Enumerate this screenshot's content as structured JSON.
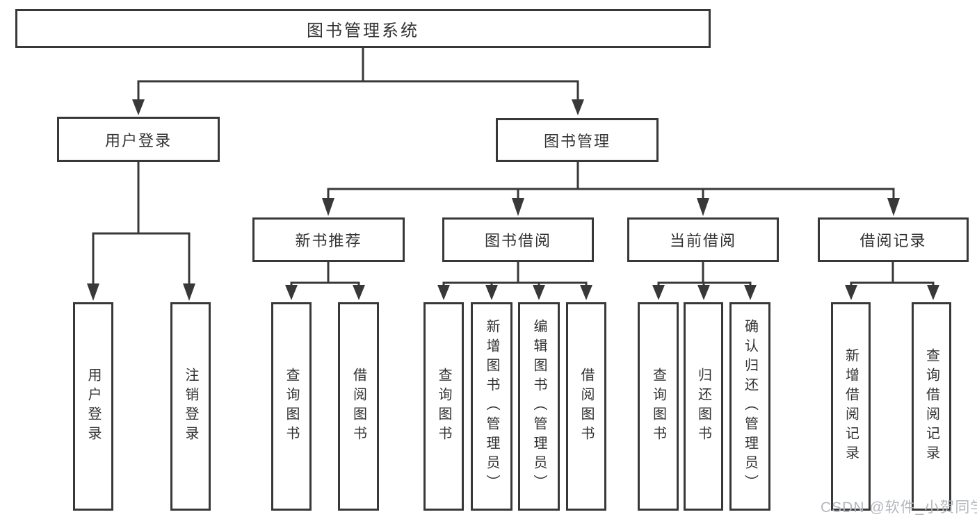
{
  "nodes": {
    "root": "图书管理系统",
    "user_login": "用户登录",
    "book_mgmt": "图书管理",
    "new_books": "新书推荐",
    "book_borrow": "图书借阅",
    "current_borrow": "当前借阅",
    "borrow_records": "借阅记录",
    "login": "用户登录",
    "logout": "注销登录",
    "nb_query_book": "查询图书",
    "nb_borrow_book": "借阅图书",
    "bb_query_book": "查询图书",
    "bb_add_book": "新增图书（管理员）",
    "bb_edit_book": "编辑图书（管理员）",
    "bb_borrow_book": "借阅图书",
    "cb_query_book": "查询图书",
    "cb_return_book": "归还图书",
    "cb_confirm_return": "确认归还（管理员）",
    "br_add_record": "新增借阅记录",
    "br_query_record": "查询借阅记录"
  },
  "watermark": "CSDN @软件_小贺同学",
  "colors": {
    "line": "#383838",
    "text": "#333333",
    "background": "#ffffff",
    "watermark": "#b3b7bc"
  }
}
